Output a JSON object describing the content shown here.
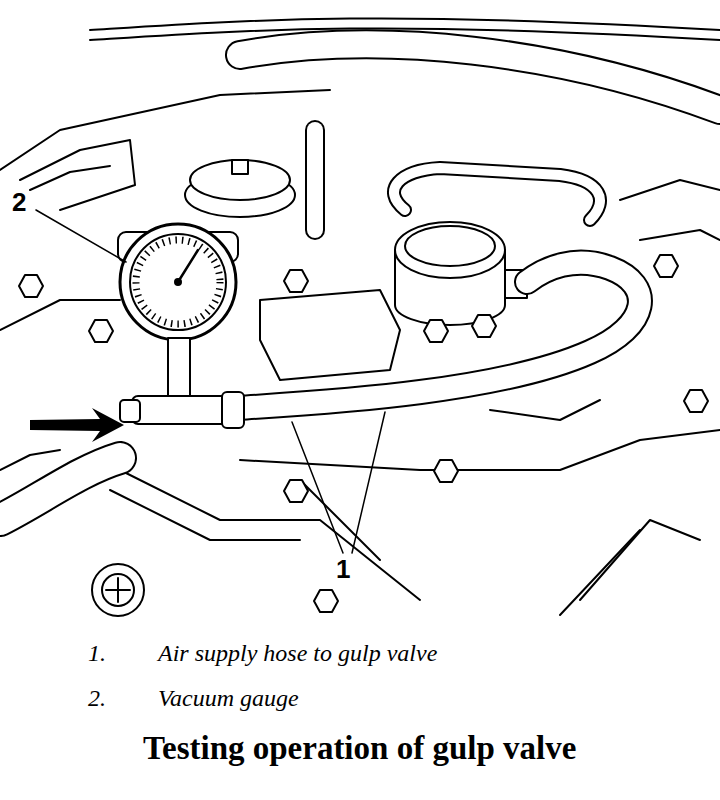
{
  "diagram": {
    "caption": "Testing operation of gulp valve",
    "labels": [
      "2",
      "1",
      "1.",
      "Air supply hose to gulp valve",
      "2.",
      "Vacuum gauge"
    ]
  }
}
